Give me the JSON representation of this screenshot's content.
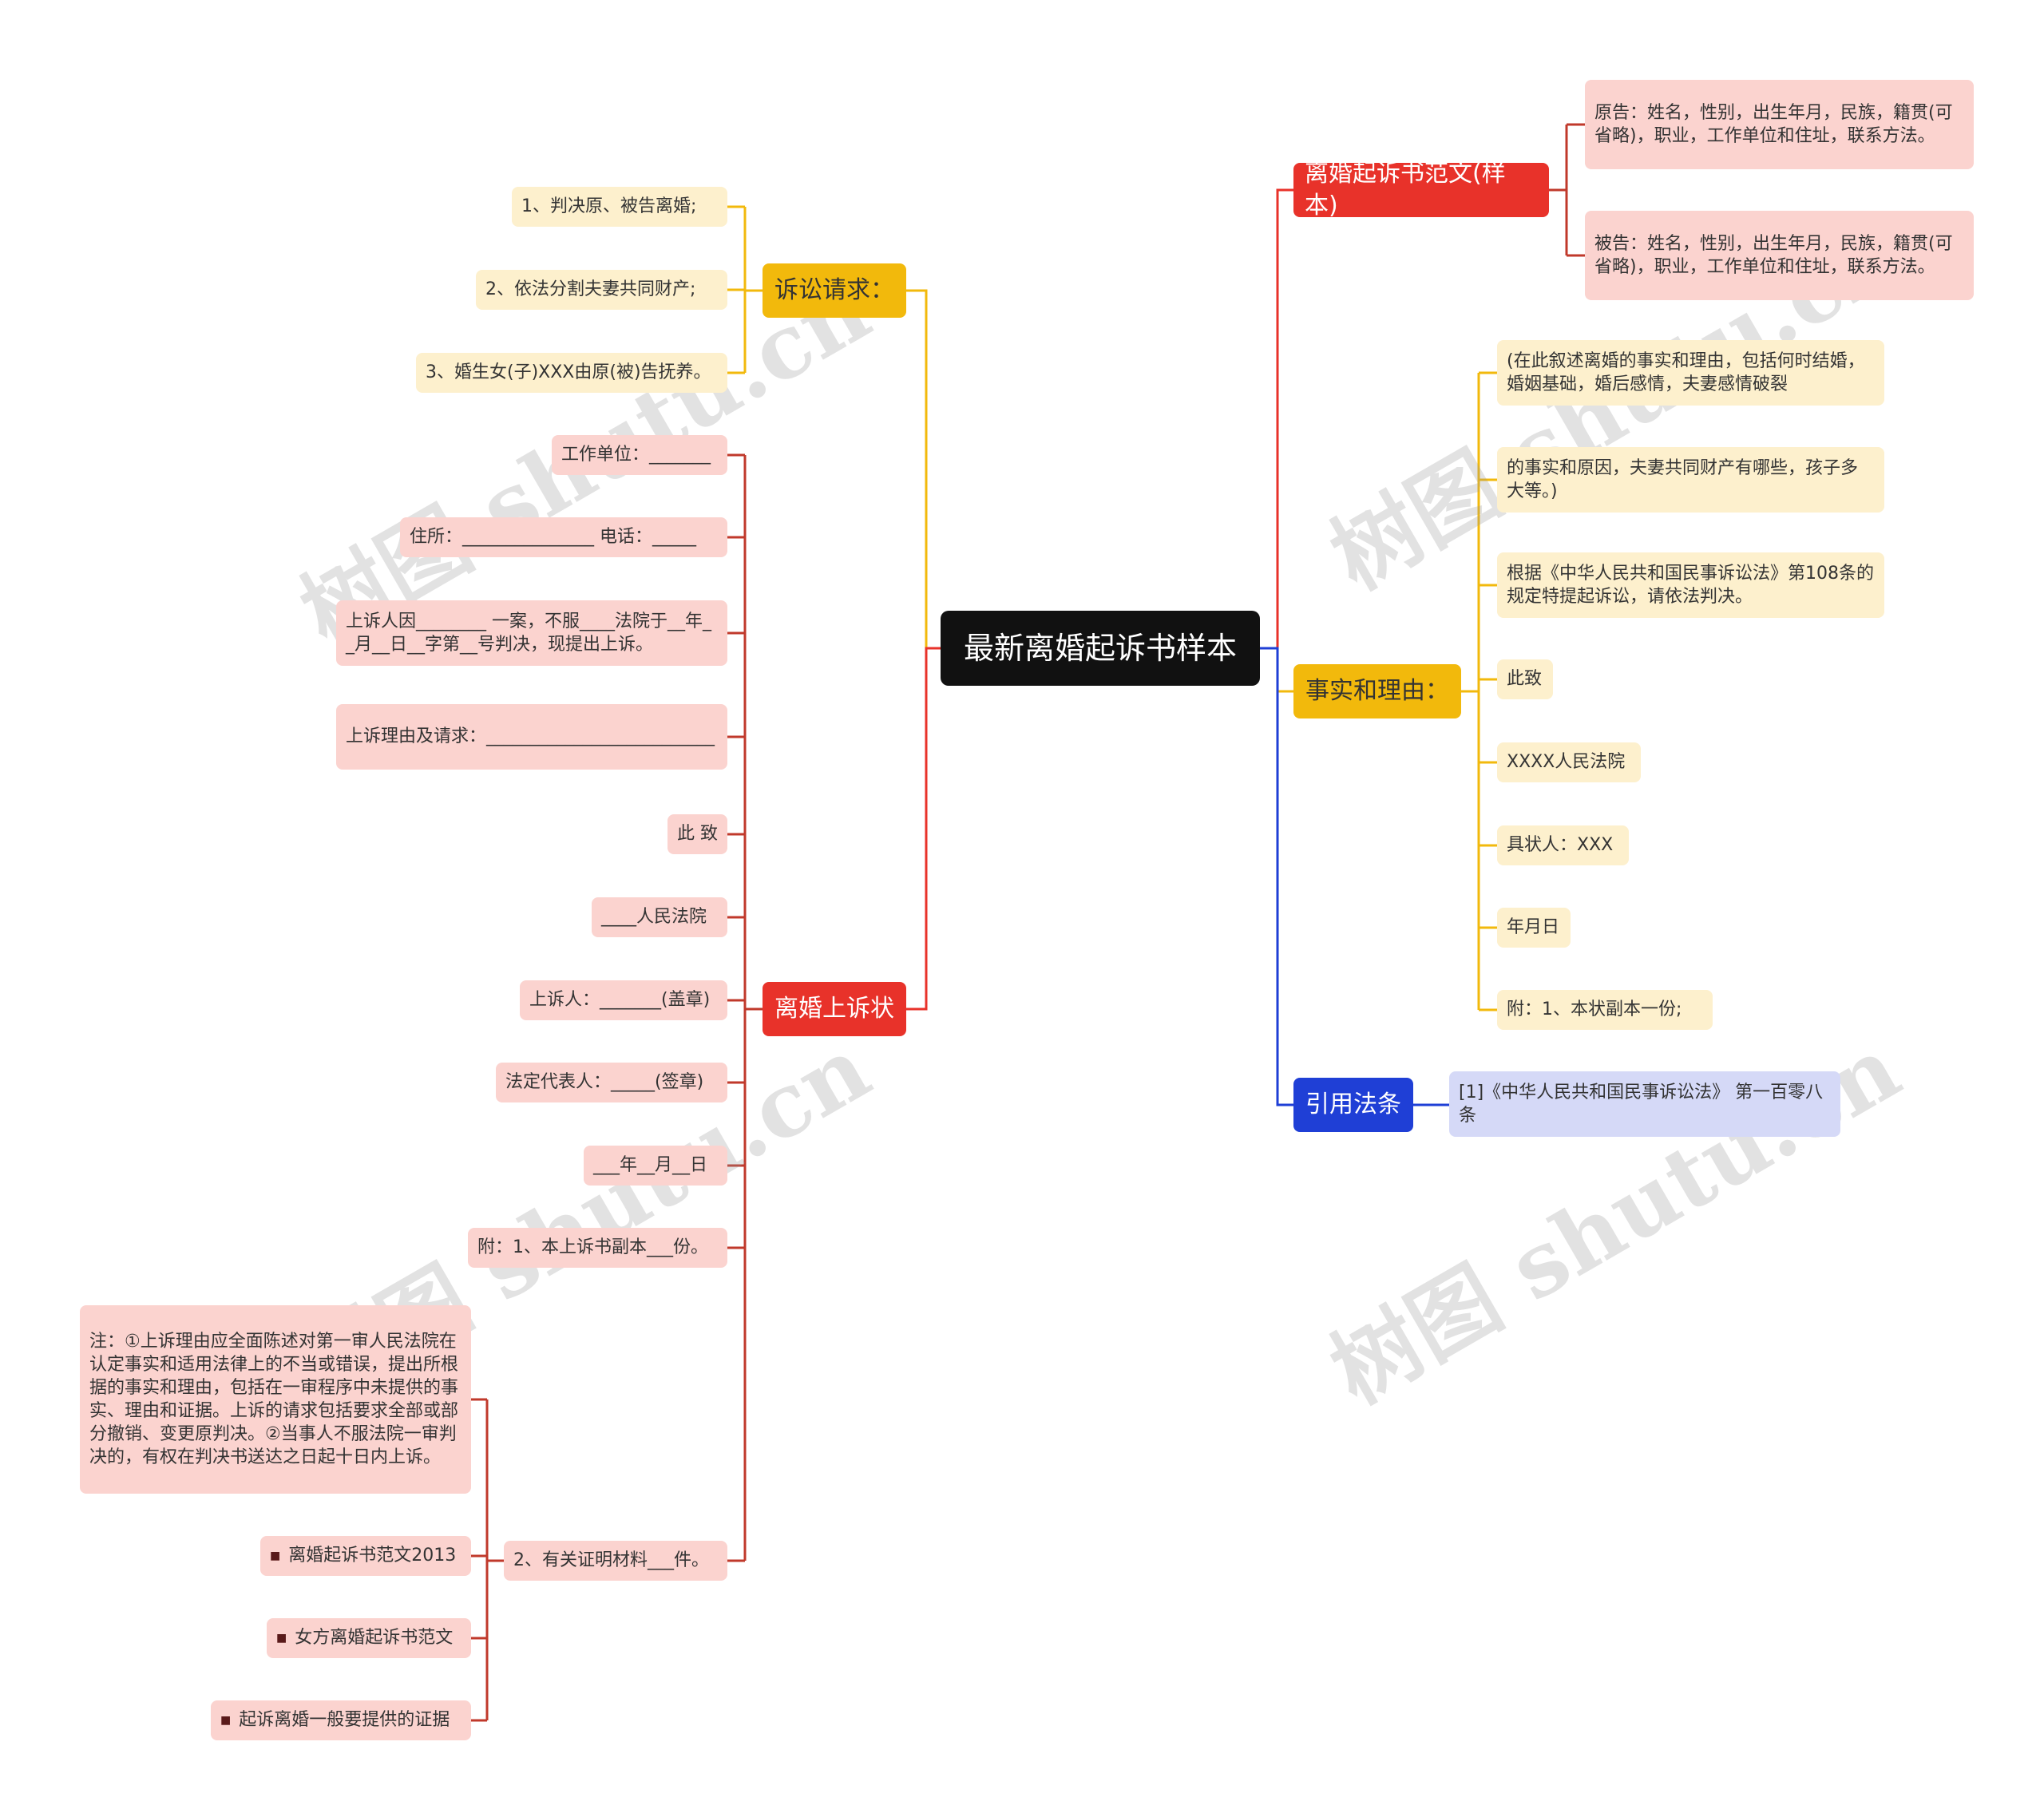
{
  "root": "最新离婚起诉书样本",
  "watermark": "树图 shutu.cn",
  "colors": {
    "red": "#e8322a",
    "yellow": "#f2b90c",
    "blue": "#1f3fd6",
    "dark_red": "#c0392b"
  },
  "left": {
    "litigation": {
      "label": "诉讼请求：",
      "items": [
        "1、判决原、被告离婚;",
        "2、依法分割夫妻共同财产;",
        "3、婚生女(子)XXX由原(被)告抚养。"
      ]
    },
    "appeal": {
      "label": "离婚上诉状",
      "items": [
        "工作单位：_______",
        "住所：_______________ 电话：_____",
        "上诉人因________ 一案，不服____法院于__年__月__日__字第__号判决，现提出上诉。",
        "上诉理由及请求：__________________________",
        "此 致",
        "____人民法院",
        "上诉人：_______(盖章)",
        "法定代表人：_____(签章)",
        "___年__月__日",
        "附：1、本上诉书副本___份。",
        "2、有关证明材料___件。"
      ],
      "evidence": {
        "note": "注：①上诉理由应全面陈述对第一审人民法院在认定事实和适用法律上的不当或错误，提出所根据的事实和理由，包括在一审程序中未提供的事实、理由和证据。上诉的请求包括要求全部或部分撤销、变更原判决。②当事人不服法院一审判决的，有权在判决书送达之日起十日内上诉。",
        "links": [
          "离婚起诉书范文2013",
          "女方离婚起诉书范文",
          "起诉离婚一般要提供的证据"
        ]
      }
    }
  },
  "right": {
    "sample": {
      "label": "离婚起诉书范文(样本)",
      "items": [
        "原告：姓名，性别，出生年月，民族，籍贯(可省略)，职业，工作单位和住址，联系方法。",
        "被告：姓名，性别，出生年月，民族，籍贯(可省略)，职业，工作单位和住址，联系方法。"
      ]
    },
    "facts": {
      "label": "事实和理由：",
      "items": [
        "(在此叙述离婚的事实和理由，包括何时结婚，婚姻基础，婚后感情，夫妻感情破裂",
        "的事实和原因，夫妻共同财产有哪些，孩子多大等。)",
        "根据《中华人民共和国民事诉讼法》第108条的规定特提起诉讼，请依法判决。",
        "此致",
        "XXXX人民法院",
        "具状人：XXX",
        "年月日",
        "附：1、本状副本一份;"
      ]
    },
    "law": {
      "label": "引用法条",
      "items": [
        "[1]《中华人民共和国民事诉讼法》 第一百零八条"
      ]
    }
  }
}
